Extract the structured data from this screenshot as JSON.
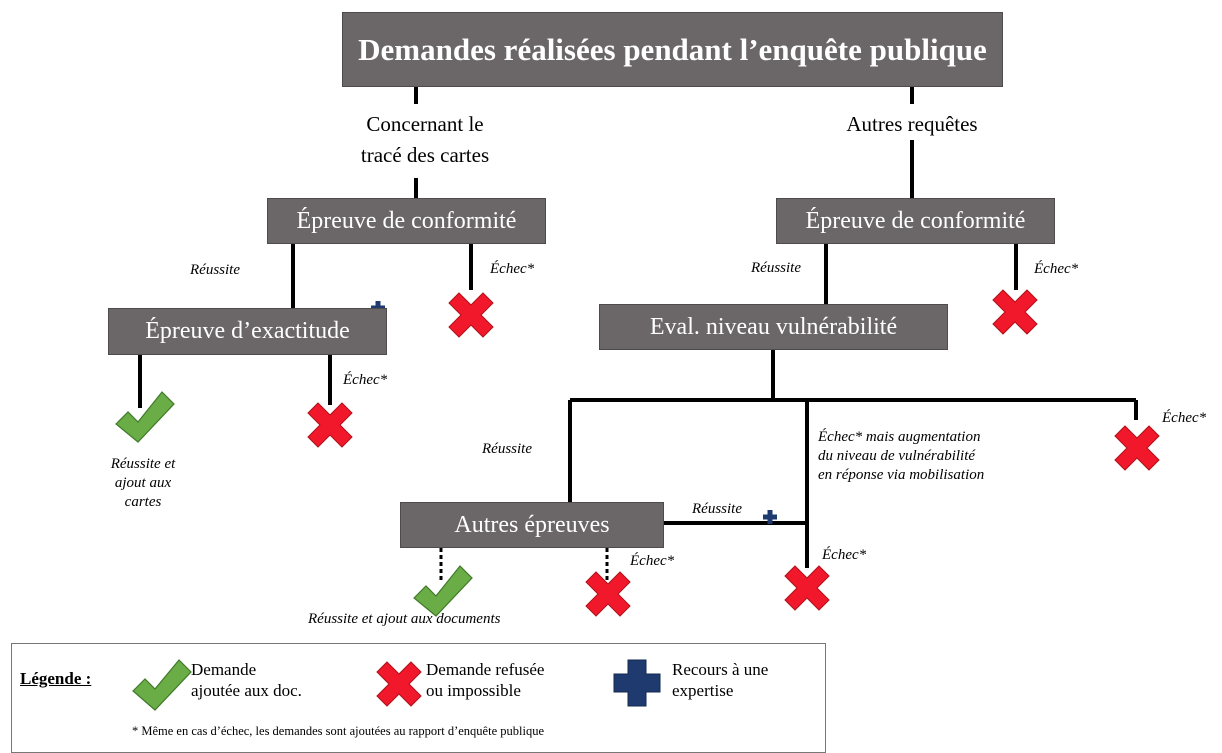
{
  "title": "Demandes réalisées pendant l’enquête publique",
  "branches": {
    "left_line1": "Concernant le",
    "left_line2": "tracé des cartes",
    "right": "Autres requêtes"
  },
  "nodes": {
    "conformite_left": "Épreuve de conformité",
    "conformite_right": "Épreuve de conformité",
    "exactitude": "Épreuve d’exactitude",
    "vulnerabilite": "Eval. niveau vulnérabilité",
    "autres": "Autres épreuves"
  },
  "edge_labels": {
    "reussite_1": "Réussite",
    "echec_1": "Échec*",
    "reussite_2": "Réussite",
    "echec_2": "Échec*",
    "echec_3": "Échec*",
    "outcome_cartes_1": "Réussite et",
    "outcome_cartes_2": "ajout aux",
    "outcome_cartes_3": "cartes",
    "reussite_3": "Réussite",
    "echec_mais_1": "Échec* mais augmentation",
    "echec_mais_2": "du niveau de vulnérabilité",
    "echec_mais_3": "en réponse via mobilisation",
    "echec_4": "Échec*",
    "reussite_4": "Réussite",
    "echec_5": "Échec*",
    "echec_6": "Échec*",
    "outcome_docs": "Réussite et ajout aux documents"
  },
  "legend": {
    "title": "Légende :",
    "check_line1": "Demande",
    "check_line2": "ajoutée aux doc.",
    "cross_line1": "Demande refusée",
    "cross_line2": "ou impossible",
    "plus_line1": "Recours à une",
    "plus_line2": "expertise",
    "note": "* Même en cas d’échec, les demandes sont ajoutées au rapport d’enquête publique"
  },
  "colors": {
    "box": "#6b6667",
    "check": "#6aac46",
    "cross": "#f0182a",
    "plus": "#1e3a6e"
  },
  "icons": [
    "check-icon",
    "cross-icon",
    "plus-icon"
  ]
}
